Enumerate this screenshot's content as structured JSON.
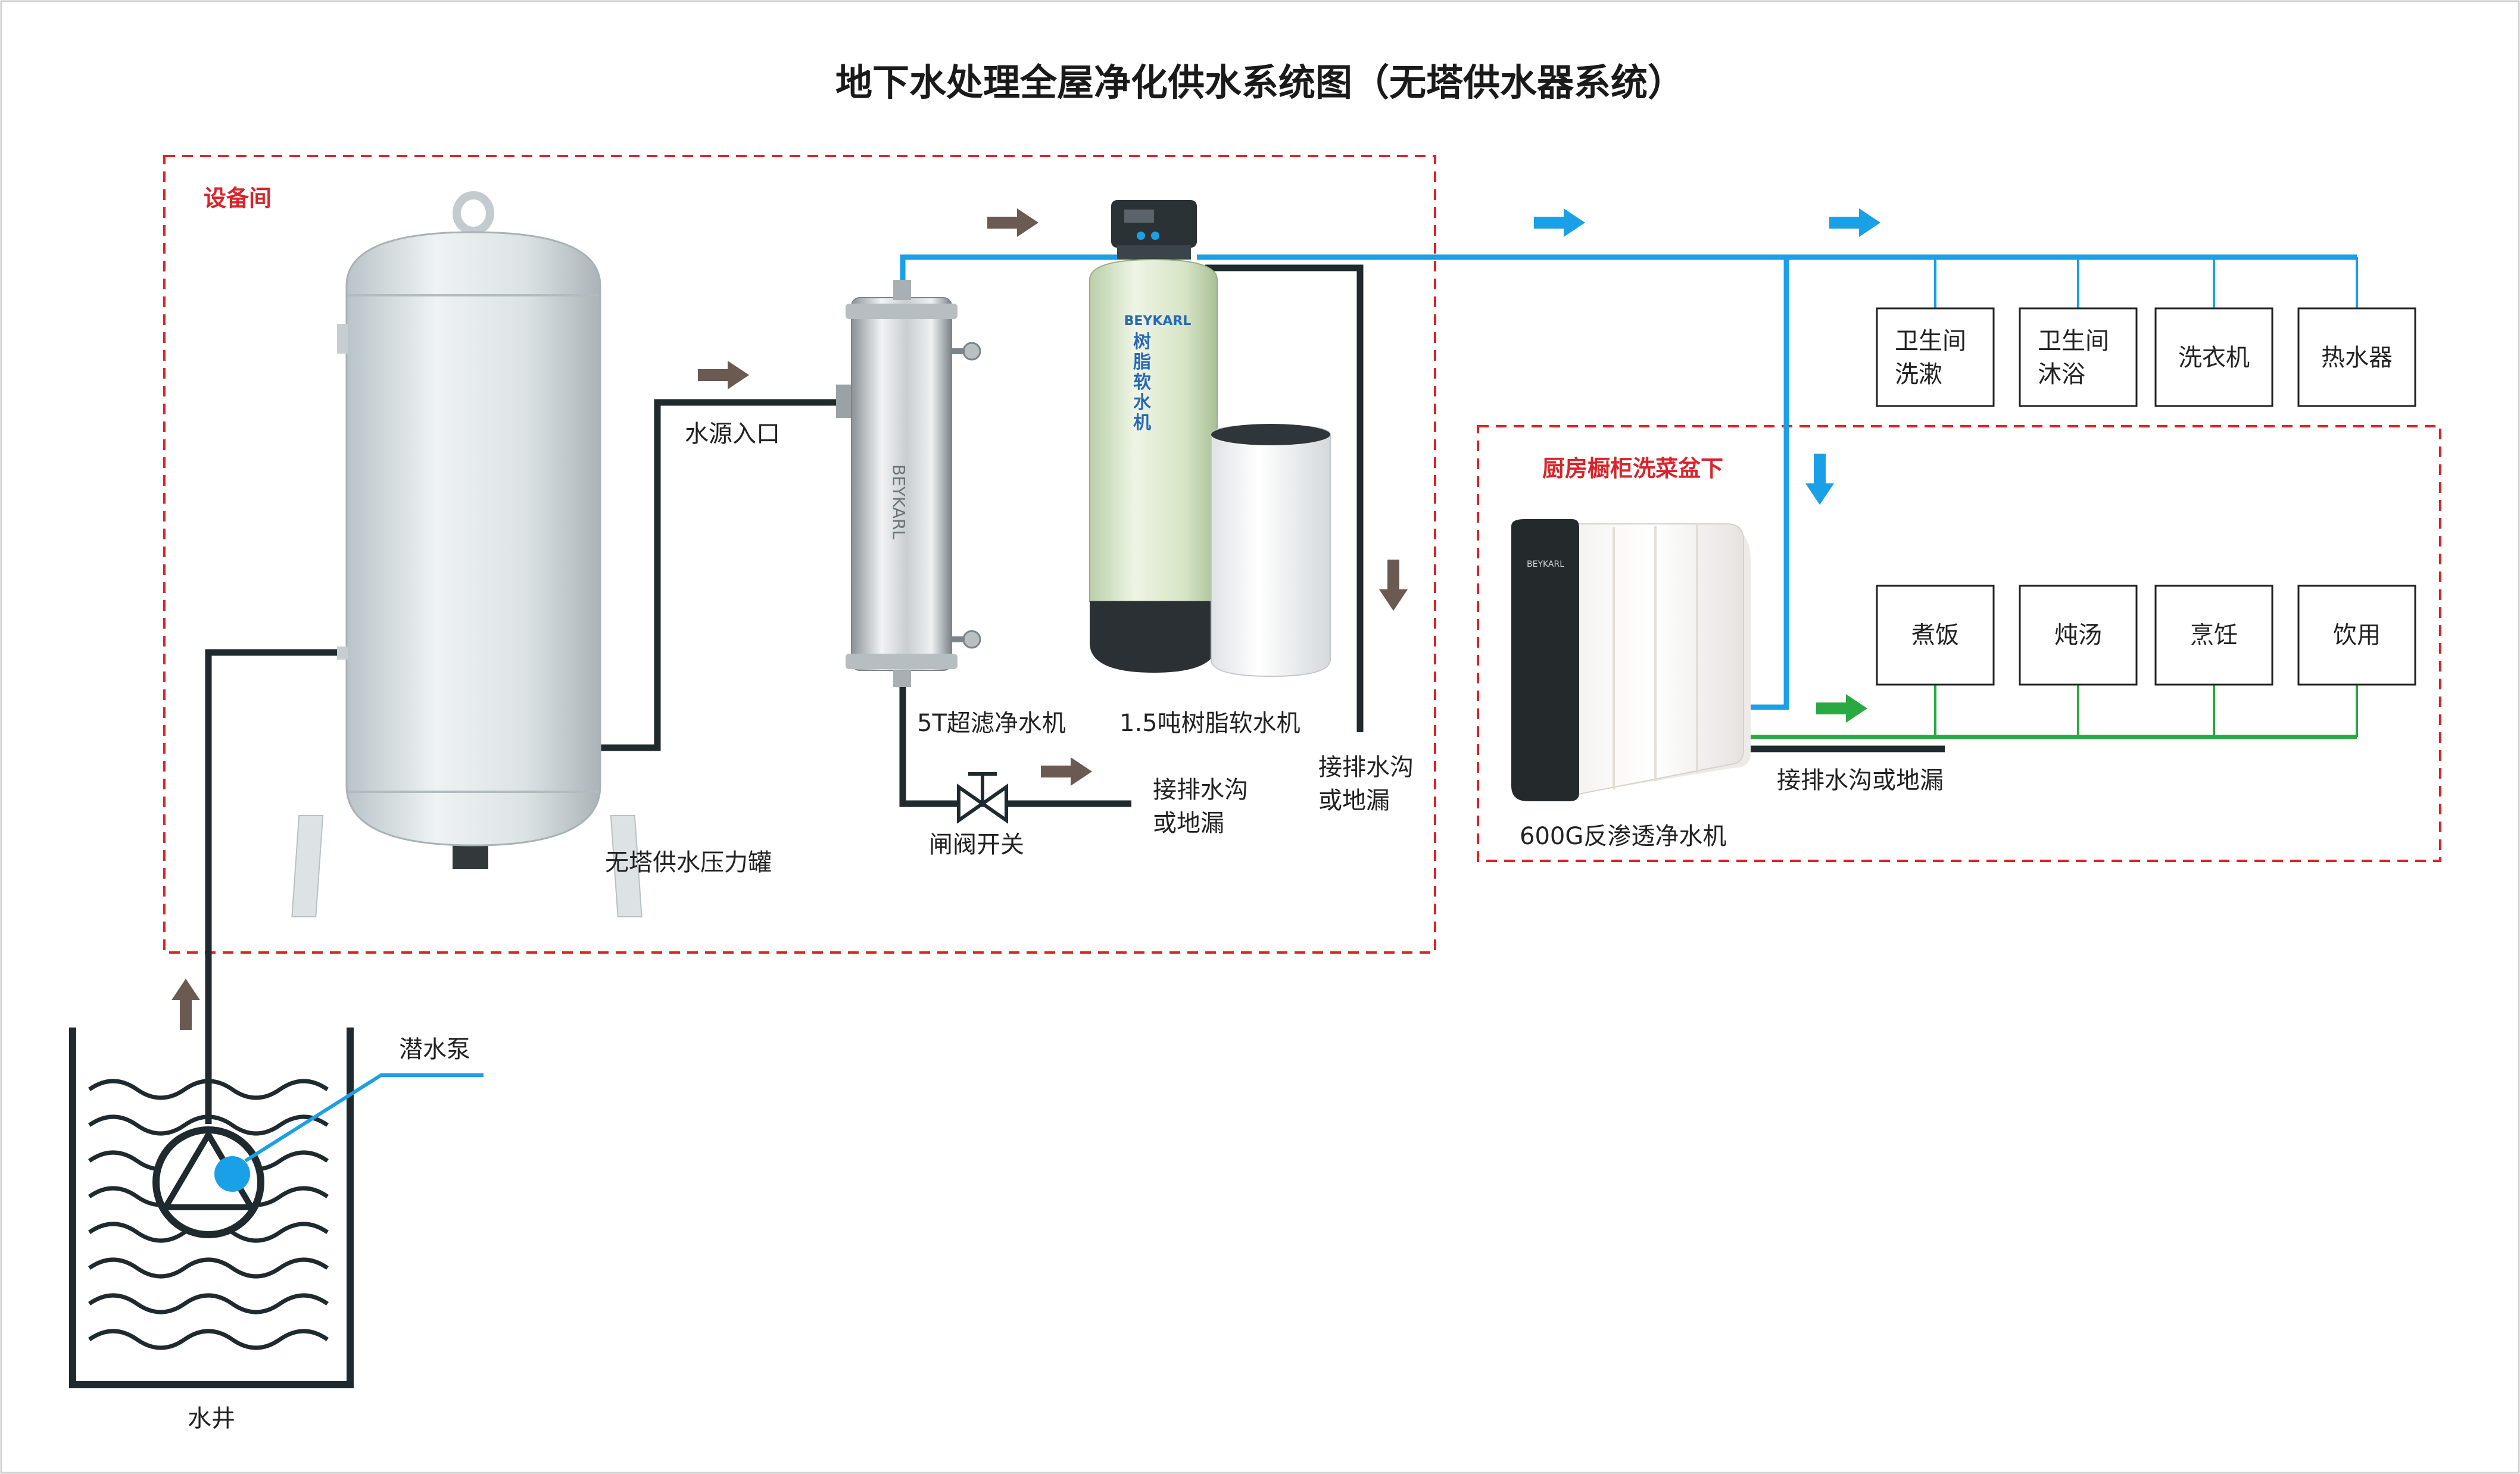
{
  "title": "地下水处理全屋净化供水系统图（无塔供水器系统）",
  "zones": {
    "equipment_room": "设备间",
    "kitchen_sink": "厨房橱柜洗菜盆下"
  },
  "labels": {
    "tank": "无塔供水压力罐",
    "inlet": "水源入口",
    "ultrafilter": "5T超滤净水机",
    "softener": "1.5吨树脂软水机",
    "softener_drain_1": "接排水沟",
    "softener_drain_2": "或地漏",
    "valve": "闸阀开关",
    "valve_drain_1": "接排水沟",
    "valve_drain_2": "或地漏",
    "ro": "600G反渗透净水机",
    "ro_drain": "接排水沟或地漏",
    "pump": "潜水泵",
    "well": "水井"
  },
  "device_text": {
    "softener_brand": "BEYKARL",
    "softener_name_1": "树",
    "softener_name_2": "脂",
    "softener_name_3": "软",
    "softener_name_4": "水",
    "softener_name_5": "机",
    "uf_brand": "BEYKARL",
    "ro_brand": "BEYKARL"
  },
  "outlets_top": [
    {
      "line1": "卫生间",
      "line2": "洗漱"
    },
    {
      "line1": "卫生间",
      "line2": "沐浴"
    },
    {
      "line1": "洗衣机",
      "line2": ""
    },
    {
      "line1": "热水器",
      "line2": ""
    }
  ],
  "outlets_kitchen": [
    "煮饭",
    "炖汤",
    "烹饪",
    "饮用"
  ],
  "colors": {
    "zone": "#d8242a",
    "pipe_blue": "#1aa0e6",
    "pipe_green": "#2aa842",
    "pipe_dark": "#1e2a2e",
    "arrow_brown": "#6b5a52"
  }
}
